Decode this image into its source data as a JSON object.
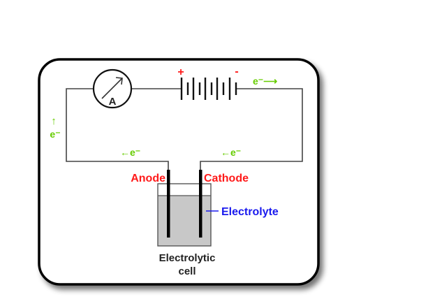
{
  "diagram": {
    "title": "Electrolytic cell circuit",
    "labels": {
      "anode": "Anode",
      "cathode": "Cathode",
      "electrolyte": "Electrolyte",
      "cell_line1": "Electrolytic",
      "cell_line2": "cell",
      "ammeter": "A",
      "battery_positive": "+",
      "battery_negative": "-"
    },
    "electron_flow": {
      "top_right": "e⁻⟶",
      "left_arrow": "↑",
      "left_label": "e⁻",
      "bottom_left": "←e⁻",
      "bottom_right": "←e⁻"
    },
    "colors": {
      "electrode_labels": "#ff1a1a",
      "electron_flow": "#66cc00",
      "electrolyte_label": "#1a1aee",
      "electrolyte_fill": "#c8c8c8"
    },
    "components": [
      "ammeter",
      "battery",
      "anode",
      "cathode",
      "electrolyte",
      "beaker"
    ]
  }
}
